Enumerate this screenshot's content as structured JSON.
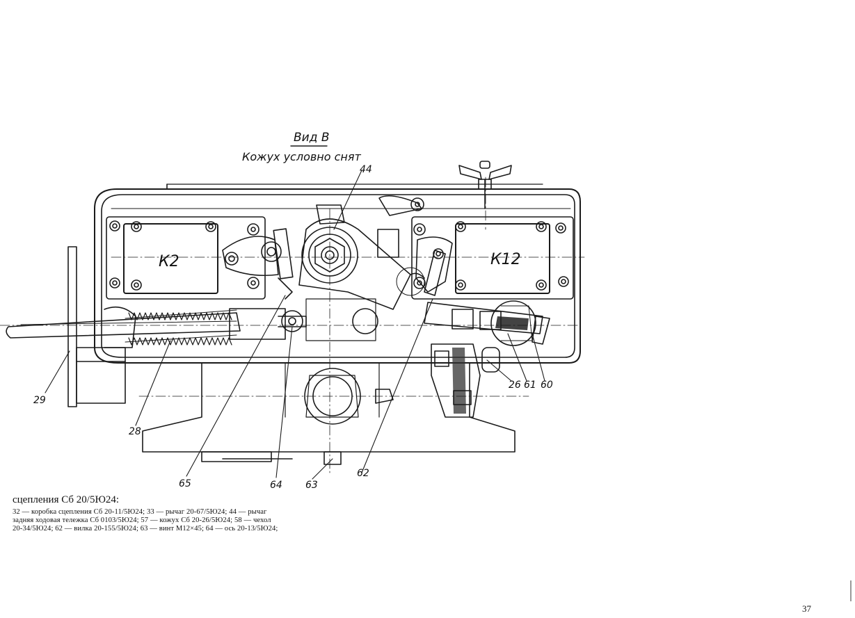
{
  "view_title": "Вид В",
  "view_subtitle": "Кожух условно снят",
  "switch_labels": {
    "left": "К2",
    "right": "К12"
  },
  "callouts": {
    "c44": "44",
    "c29": "29",
    "c28": "28",
    "c65": "65",
    "c64": "64",
    "c63": "63",
    "c62": "62",
    "c26": "26",
    "c61": "61",
    "c60": "60"
  },
  "caption": {
    "title": "сцепления Сб 20/5Ю24:",
    "lines": [
      "32 — коробка сцепления Сб 20-11/5Ю24; 33 — рычаг 20-67/5Ю24; 44 — рычаг",
      "задняя ходовая тележка Сб 0103/5Ю24; 57 — кожух Сб 20-26/5Ю24; 58 — чехол",
      "20-34/5Ю24; 62 — вилка 20-155/5Ю24; 63 — винт М12×45; 64 — ось 20-13/5Ю24;"
    ]
  },
  "page_number": "37"
}
